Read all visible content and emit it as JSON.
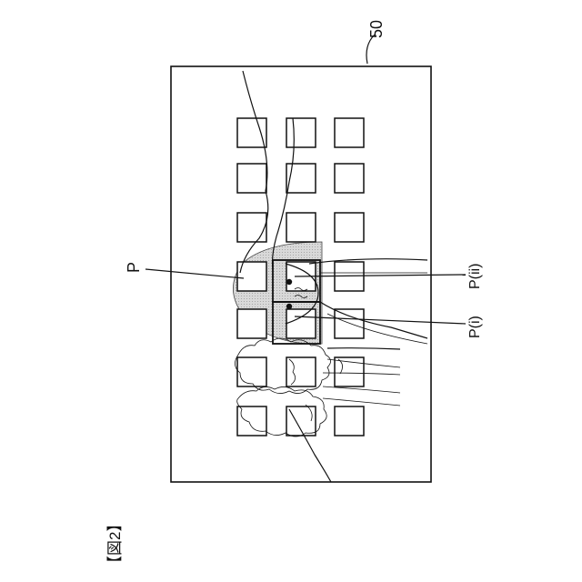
{
  "figure": {
    "caption": "【図2】"
  },
  "labels": {
    "reference_number": "50",
    "particle": "P",
    "particle_part_i": "P(i)",
    "particle_part_ii": "P(ii)"
  },
  "colors": {
    "ink": "#111111",
    "particle_fill": "#d6d6d6",
    "background": "#ffffff"
  },
  "grid": {
    "rows": 3,
    "columns": 7
  }
}
